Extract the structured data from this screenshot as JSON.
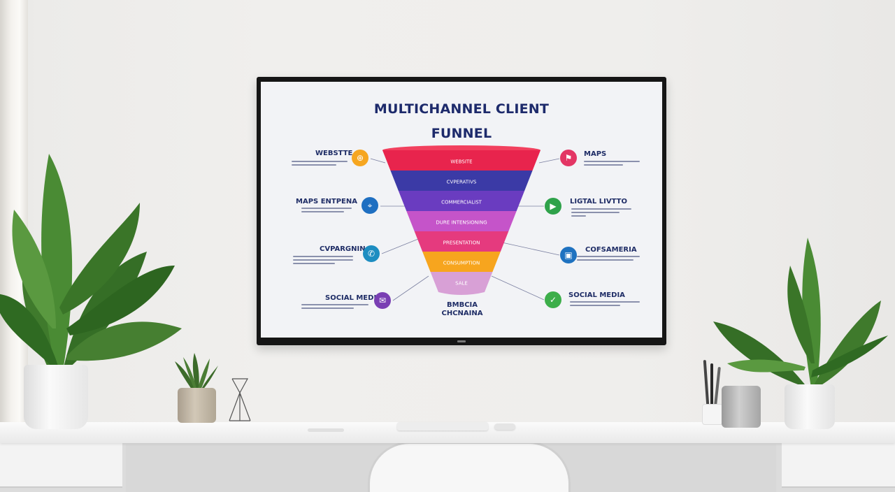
{
  "screen": {
    "title_line1": "MULTICHANNEL CLIENT",
    "title_line2": "FUNNEL",
    "left_labels": [
      "WEBSTTE",
      "MAPS ENTPENA",
      "CVPARGNIN",
      "SOCIAL MEDIA"
    ],
    "right_labels": [
      "MAPS",
      "LIGTAL LIVTTO",
      "COFSAMERIA",
      "SOCIAL MEDIA"
    ],
    "funnel_layers": [
      "WEBSITE",
      "CVPERATIVS",
      "COMMERCIALIST",
      "DURE INTENSIONING",
      "PRESENTATION",
      "CONSUMPTION",
      "SALE"
    ],
    "bottom_caption_line1": "BMBCIA",
    "bottom_caption_line2": "CHCNAINA"
  },
  "colors": {
    "funnel": [
      "#e8244d",
      "#3b3aa6",
      "#6a3cc0",
      "#c554c9",
      "#e53a7e",
      "#f7a51e",
      "#d8a0d6"
    ],
    "left_icons": [
      "#f6a620",
      "#1f6fc1",
      "#1d8dc1",
      "#7a3fb3"
    ],
    "right_icons": [
      "#e33564",
      "#2fa24a",
      "#1f72c0",
      "#3dae4a"
    ],
    "title": "#1d2a6b"
  },
  "icons": {
    "left": [
      "globe-icon",
      "map-pin-icon",
      "megaphone-icon",
      "chat-icon"
    ],
    "right": [
      "location-icon",
      "video-icon",
      "camera-icon",
      "social-icon"
    ]
  }
}
